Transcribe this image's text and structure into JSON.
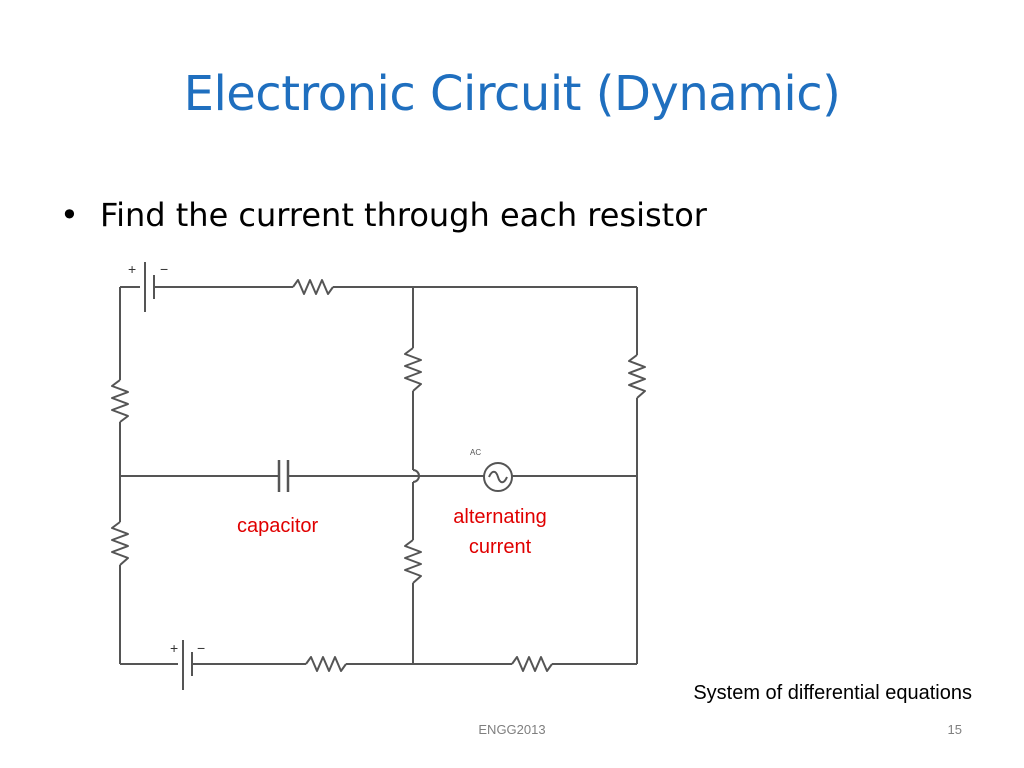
{
  "slide": {
    "title": "Electronic Circuit (Dynamic)",
    "bullet_symbol": "•",
    "bullet": "Find the current through each resistor",
    "labels": {
      "capacitor": "capacitor",
      "ac_line1": "alternating",
      "ac_line2": "current",
      "ac_symbol_text": "AC",
      "battery_plus": "+",
      "battery_minus": "−"
    },
    "caption": "System of differential equations",
    "footer": "ENGG2013",
    "page_number": "15"
  },
  "colors": {
    "title": "#1f6fbf",
    "annotation": "#e00000",
    "wire": "#555555",
    "footer": "#7f7f7f"
  }
}
